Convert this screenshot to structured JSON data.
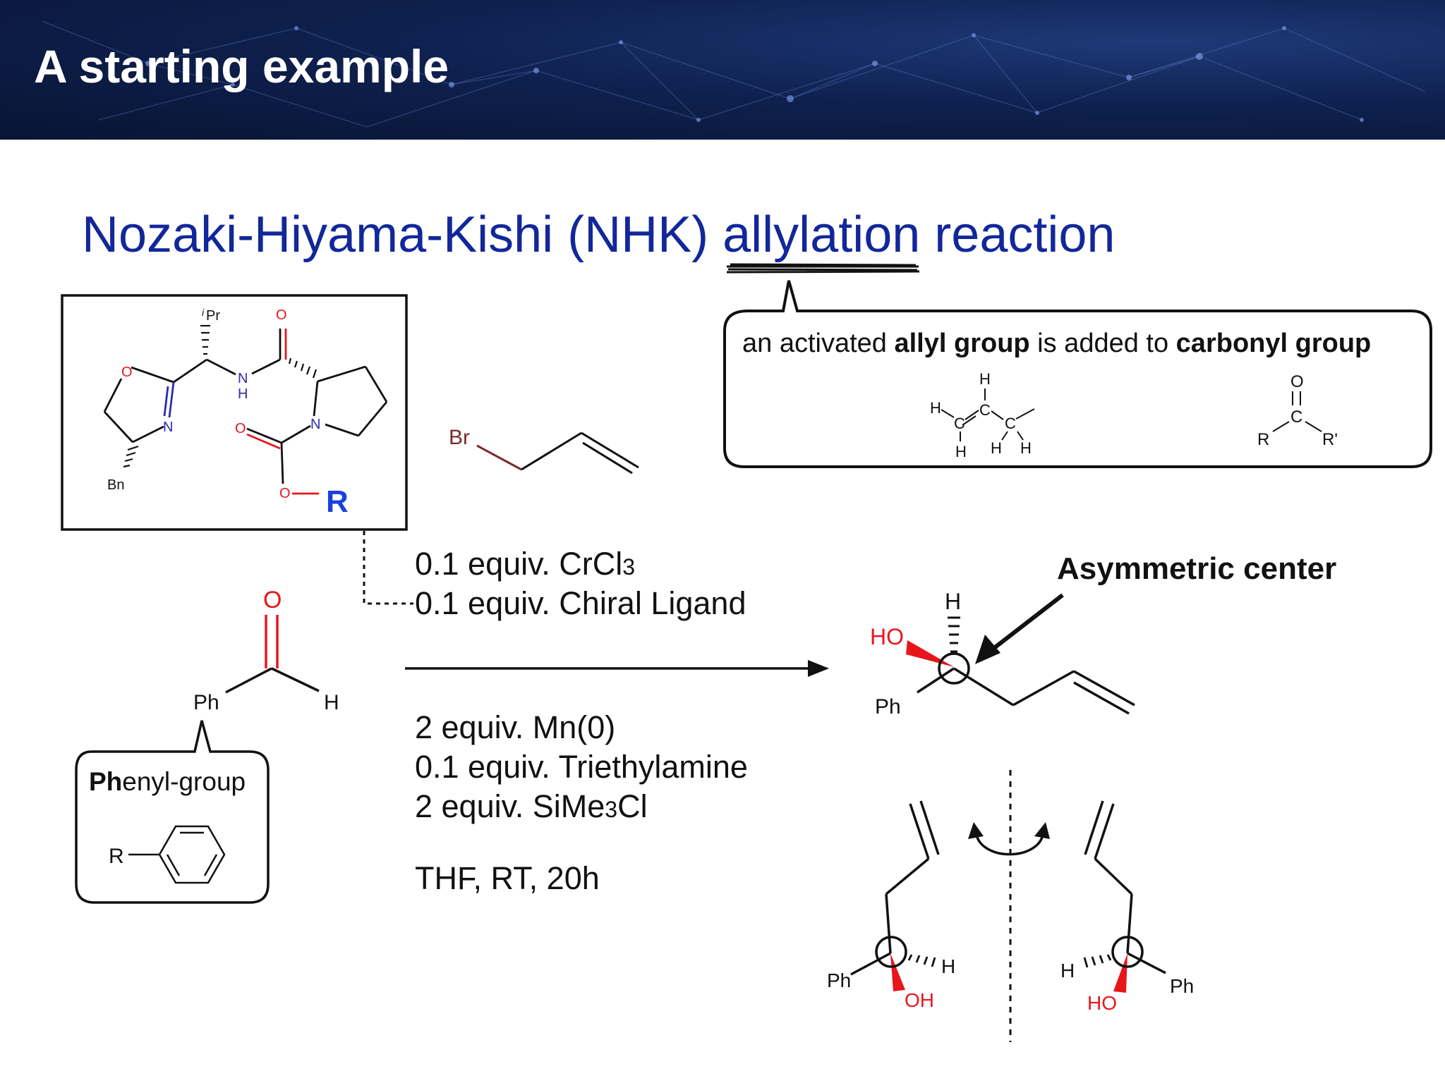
{
  "slide": {
    "title": "A starting example",
    "heading": {
      "part1": "Nozaki-Hiyama-Kishi (NHK) ",
      "part2": "allylation",
      "part3": " reaction"
    }
  },
  "callout": {
    "t1": "an activated ",
    "b1": "allyl group",
    "t2": " is added to ",
    "b2": "carbonyl group"
  },
  "conditions_top": {
    "line1_prefix": "0.1 equiv. CrCl",
    "line1_sub": "3",
    "line2": "0.1 equiv. Chiral Ligand"
  },
  "conditions_bottom": {
    "line1": "2 equiv. Mn(0)",
    "line2": "0.1 equiv. Triethylamine",
    "line3_prefix": "2 equiv. SiMe",
    "line3_sub": "3",
    "line3_suffix": "Cl",
    "line4": "THF, RT, 20h"
  },
  "phenyl_box": {
    "bold": "Ph",
    "rest": "enyl-group",
    "r": "R"
  },
  "asymmetric_label": "Asymmetric center",
  "atom_labels": {
    "O": "O",
    "N": "N",
    "H": "H",
    "NH": "N",
    "iPr_i": "i",
    "iPr": "Pr",
    "Bn": "Bn",
    "R": "R",
    "Rp": "R'",
    "C": "C",
    "Br": "Br",
    "Ph": "Ph",
    "HO": "HO",
    "OH": "OH"
  },
  "colors": {
    "banner": "#0f2150",
    "heading": "#12279a",
    "oxygen": "#e8161b",
    "nitrogen": "#2b2bb0",
    "r_group": "#1a3fe0",
    "bromine": "#7a2a2a"
  }
}
